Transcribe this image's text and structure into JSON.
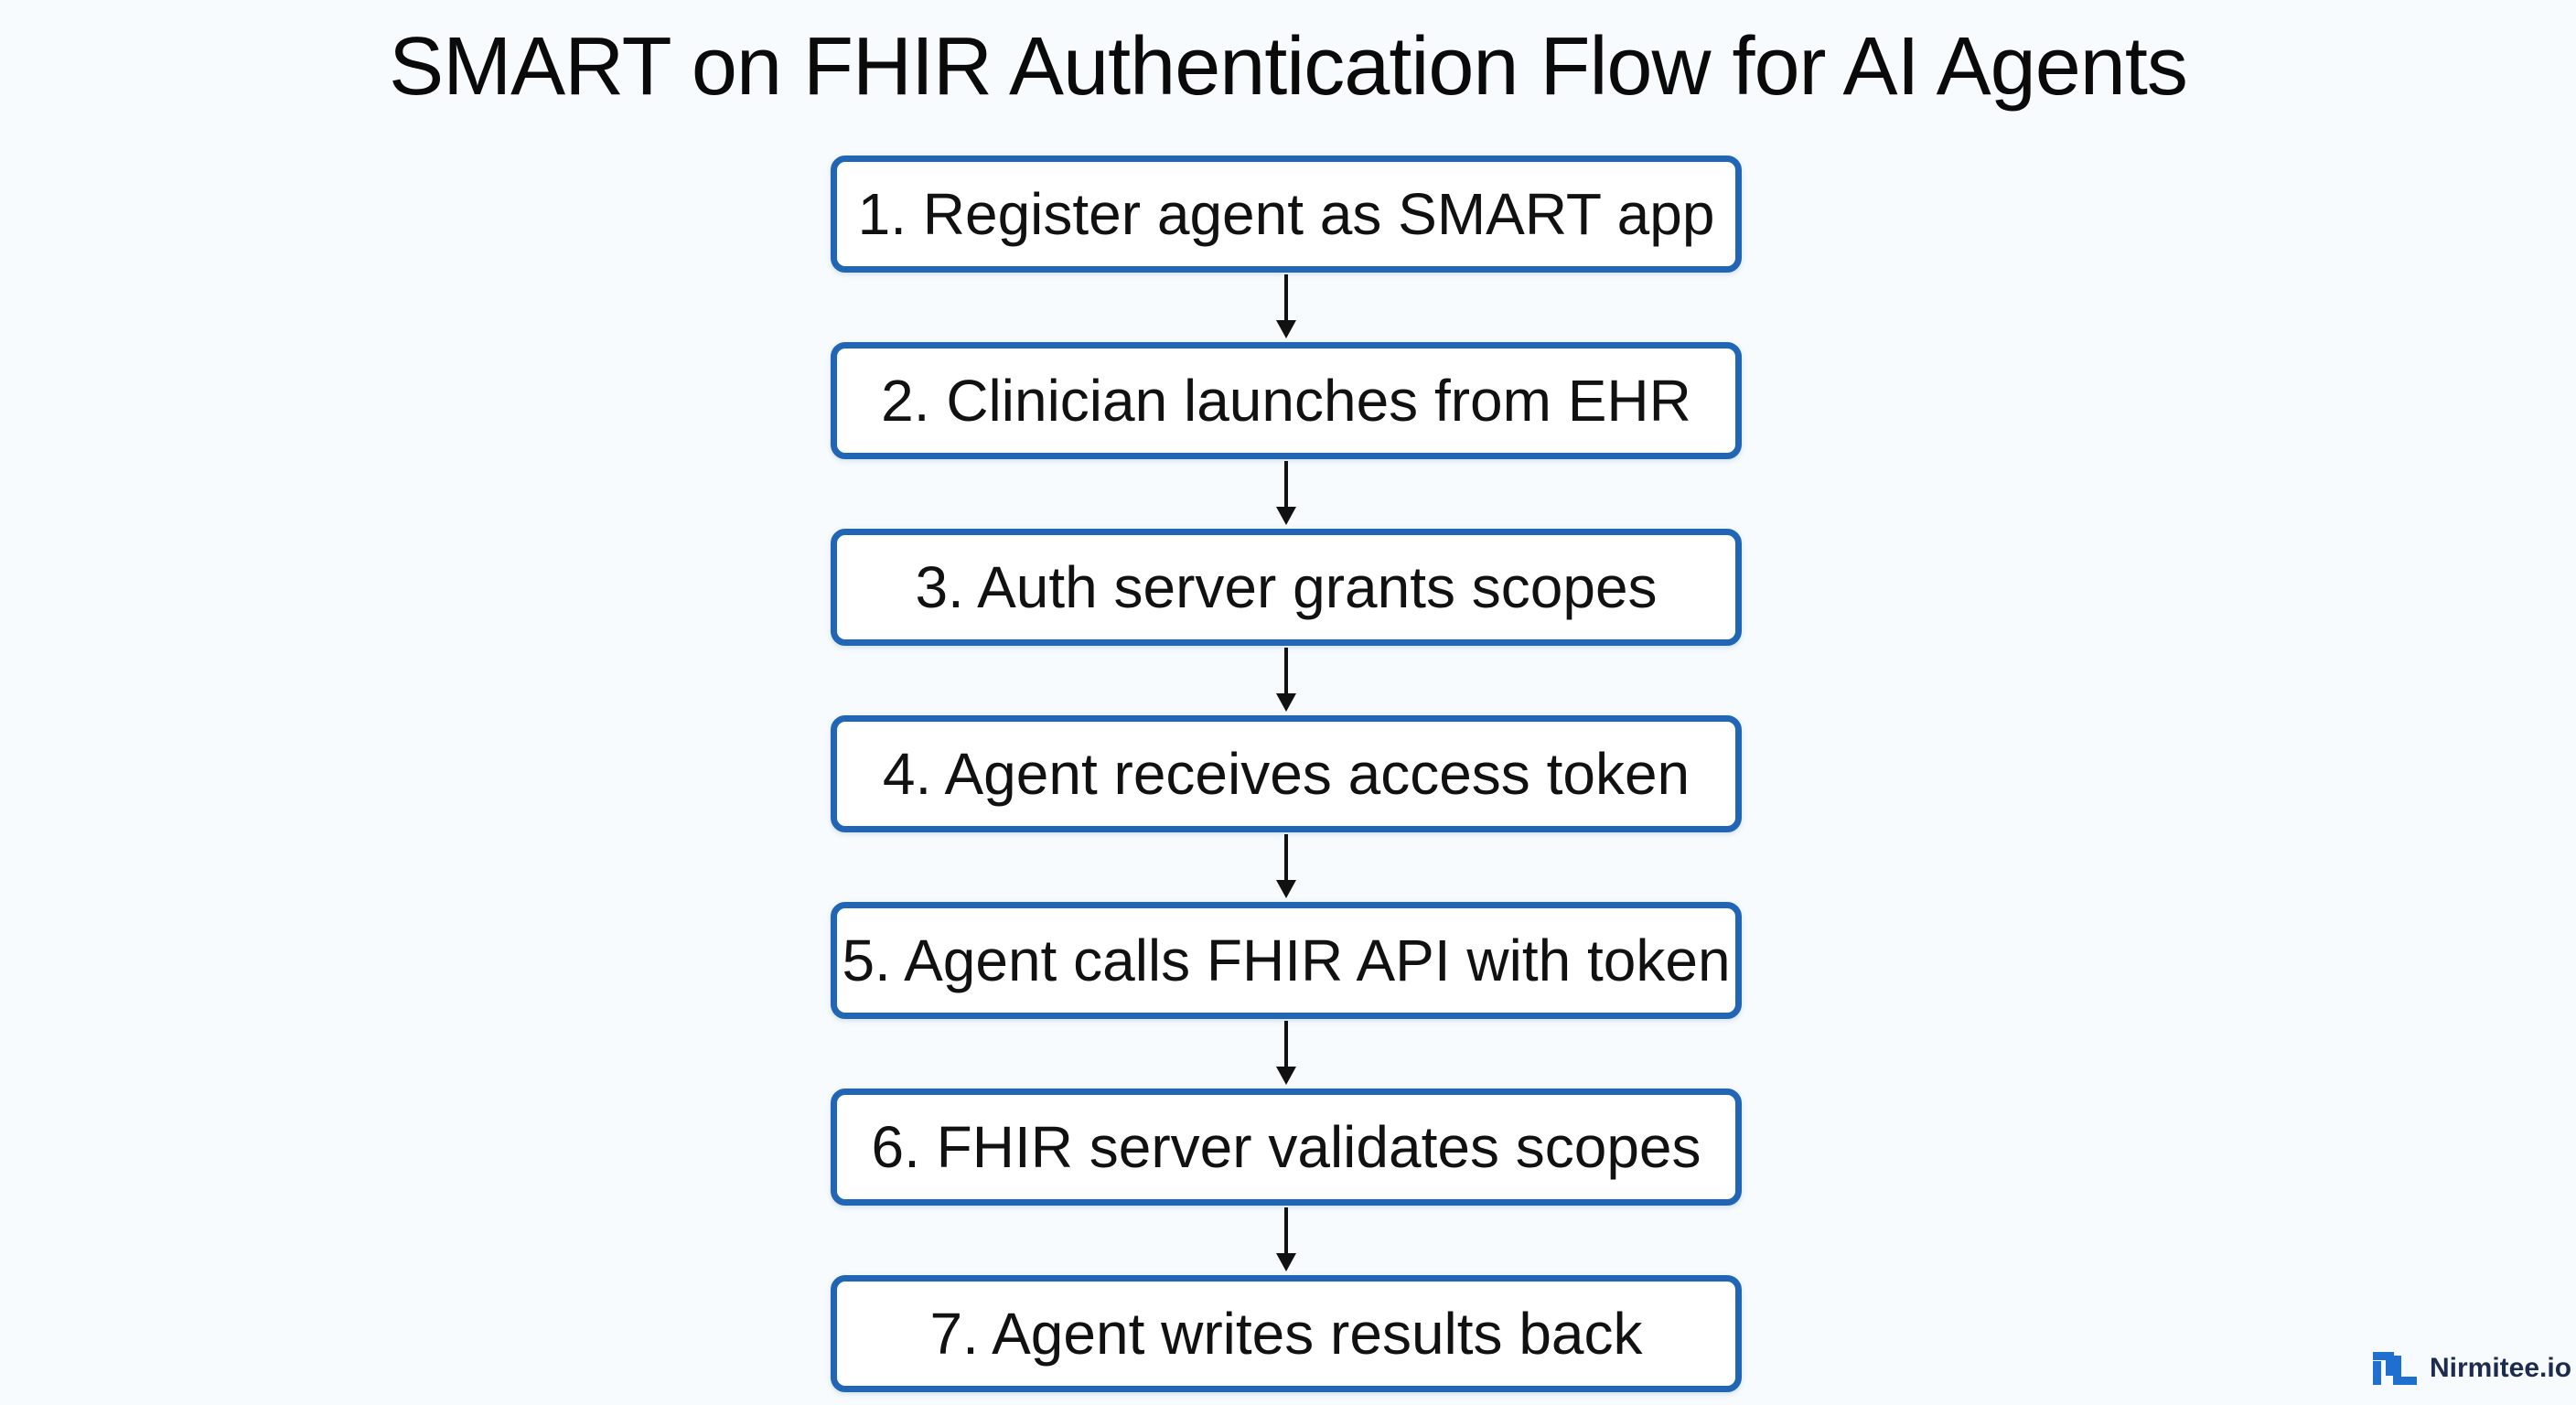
{
  "title": "SMART on FHIR Authentication Flow for AI Agents",
  "steps": [
    {
      "label": "1. Register agent as SMART app"
    },
    {
      "label": "2. Clinician launches from EHR"
    },
    {
      "label": "3. Auth server grants scopes"
    },
    {
      "label": "4. Agent receives access token"
    },
    {
      "label": "5. Agent calls FHIR API with token"
    },
    {
      "label": "6. FHIR server validates scopes"
    },
    {
      "label": "7. Agent writes results back"
    }
  ],
  "brand": {
    "name": "Nirmitee.io",
    "accent_color": "#1f6fd1"
  },
  "colors": {
    "box_border": "#2166b4",
    "arrow": "#111111",
    "background": "#f7fbfd"
  }
}
